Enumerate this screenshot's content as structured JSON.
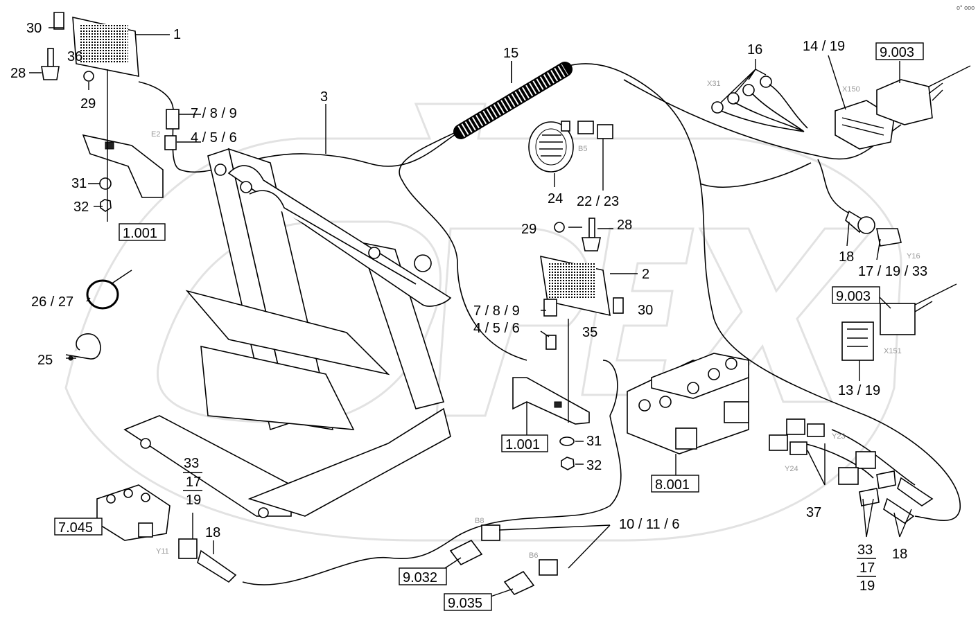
{
  "corner_mark": "o° ooo",
  "callouts": {
    "c1": "1",
    "c2": "2",
    "c3": "3",
    "c4_5_6_a": "4 / 5 / 6",
    "c4_5_6_b": "4 / 5 / 6",
    "c7_8_9_a": "7 / 8 / 9",
    "c7_8_9_b": "7 / 8 / 9",
    "c10_11_6": "10 / 11 / 6",
    "c13_19": "13 / 19",
    "c14_19": "14 / 19",
    "c15": "15",
    "c16": "16",
    "c17_19_33": "17 / 19 / 33",
    "c18_a": "18",
    "c18_b": "18",
    "c18_c": "18",
    "c22_23": "22 / 23",
    "c24": "24",
    "c25": "25",
    "c26_27": "26 / 27",
    "c28_a": "28",
    "c28_b": "28",
    "c29_a": "29",
    "c29_b": "29",
    "c30_a": "30",
    "c30_b": "30",
    "c31_a": "31",
    "c31_b": "31",
    "c32_a": "32",
    "c32_b": "32",
    "c35": "35",
    "c36": "36",
    "c37": "37",
    "frac_a_top": "33",
    "frac_a_mid": "17",
    "frac_a_bot": "19",
    "frac_b_top": "33",
    "frac_b_mid": "17",
    "frac_b_bot": "19"
  },
  "refs": {
    "r1001_a": "1.001",
    "r1001_b": "1.001",
    "r7045": "7.045",
    "r8001": "8.001",
    "r9003_a": "9.003",
    "r9003_b": "9.003",
    "r9032": "9.032",
    "r9035": "9.035"
  },
  "connector_tags": {
    "e2": "E2",
    "b5": "B5",
    "x31": "X31",
    "x150": "X150",
    "y16": "Y16",
    "x151": "X151",
    "y23": "Y23",
    "y24": "Y24",
    "b8": "B8",
    "b6": "B6",
    "y11": "Y11"
  }
}
